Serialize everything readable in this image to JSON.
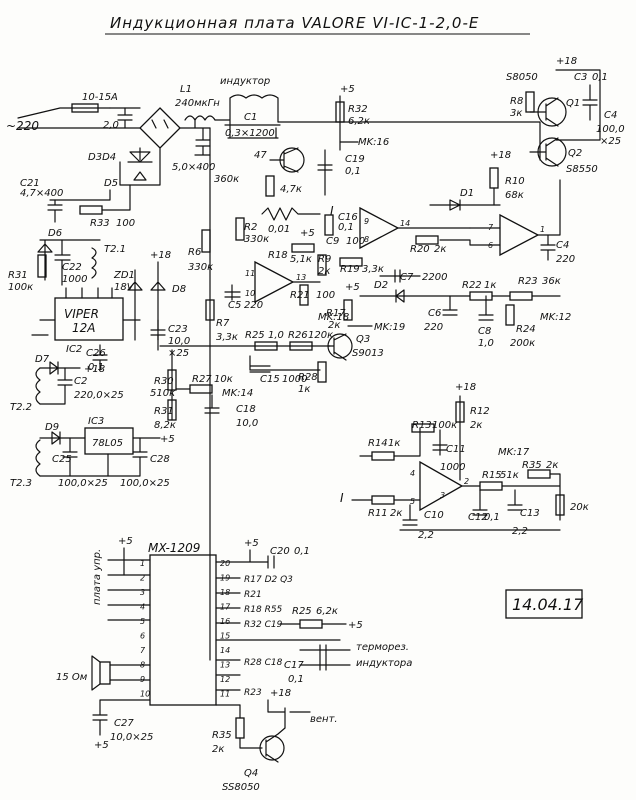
{
  "title": "Индукционная плата VALORE VI-IC-1-2,0-E",
  "date": "14.04.17",
  "mains": {
    "voltage": "~220",
    "fuse": "10-15A"
  },
  "inductor": {
    "label": "индуктор",
    "ref": "L1",
    "value": "240мкГн"
  },
  "caps_power": {
    "c1": "C1",
    "c1v": "0,3×1200",
    "c_in": "2,0",
    "c_bus": "5,0×400"
  },
  "bridge": {
    "diodes": "D3D4",
    "d5": "D5"
  },
  "supply": {
    "p5": "+5",
    "p18": "+18"
  },
  "out_stage": {
    "q1": "Q1",
    "q1t": "S8050",
    "q2": "Q2",
    "q2t": "S8550",
    "r8": "R8",
    "r8v": "3к",
    "c3": "C3",
    "c3v": "0,1",
    "c4": "C4",
    "c4v": "100,0",
    "c4x": "×25",
    "r10": "R10",
    "r10v": "68к",
    "c4b": "C4",
    "c4bv": "220",
    "d1": "D1"
  },
  "left": {
    "c21": "C21",
    "c21v": "4,7×400",
    "r33": "R33",
    "r33v": "100",
    "d6": "D6",
    "r31": "R31",
    "r31v": "100к",
    "c22": "C22",
    "c22v": "1000",
    "t21": "T2.1",
    "zd1": "ZD1",
    "zd1v": "18V",
    "d8": "D8",
    "viper": "VIPER",
    "viperv": "12A",
    "ic2": "IC2",
    "c26": "C26",
    "c26v": "0,1",
    "c23": "C23",
    "c23v": "10,0",
    "c23x": "×25",
    "d7": "D7",
    "c2": "C2",
    "c2v": "220,0×25",
    "t22": "T2.2",
    "d9": "D9",
    "ic3": "IC3",
    "ic3v": "78L05",
    "c25": "C25",
    "c25v": "100,0×25",
    "c28": "C28",
    "c28v": "100,0×25",
    "t23": "T2.3"
  },
  "mid": {
    "r32": "R32",
    "r32v": "6,2к",
    "mk16": "MK:16",
    "r47": "47",
    "r47k": "4,7к",
    "c19": "C19",
    "c19v": "0,1",
    "r360k": "360к",
    "r6": "R6",
    "r6v": "330к",
    "r2": "R2",
    "r2v": "330к",
    "r001": "0,01",
    "r18": "R18",
    "r18v": "5,1к",
    "c16": "C16",
    "c16v": "0,1",
    "c9": "C9",
    "c9v": "100",
    "r20": "R20",
    "r20v": "2к",
    "r9": "R9",
    "r9v": "2к",
    "r19": "R19",
    "r19v": "3,3к",
    "c7": "C7",
    "c7v": "2200",
    "c5": "C5",
    "c5v": "220",
    "r21": "R21",
    "r21v": "100",
    "mk18": "MK:18",
    "r7": "R7",
    "r7v": "3,3к",
    "r25": "R25",
    "r25v": "1,0",
    "r26": "R26",
    "r26v": "120к",
    "r17": "R17",
    "r17v": "2к",
    "mk19": "MK:19",
    "q3": "Q3",
    "q3t": "S9013",
    "c15": "C15",
    "c15v": "1000",
    "r28": "R28",
    "r28v": "1к",
    "d2": "D2",
    "r22": "R22",
    "r22v": "1к",
    "r23": "R23",
    "r23v": "36к",
    "c6": "C6",
    "c6v": "220",
    "c8": "C8",
    "c8v": "1,0",
    "r24": "R24",
    "r24v": "200к",
    "mk12": "MK:12",
    "r30": "R30",
    "r30v": "510к",
    "r27": "R27",
    "r27v": "10к",
    "mk14": "MK:14",
    "r31b": "R31",
    "r31bv": "8,2к",
    "c18": "C18",
    "c18v": "10,0",
    "I": "I"
  },
  "amp": {
    "r13": "R13",
    "r13v": "100к",
    "r12": "R12",
    "r12v": "2к",
    "r14": "R14",
    "r14v": "1к",
    "c11": "C11",
    "c11v": "1000",
    "mk17": "MK:17",
    "r15": "R15",
    "r15v": "51к",
    "r35": "R35",
    "r35v": "2к",
    "r20k": "20к",
    "r11": "R11",
    "r11v": "2к",
    "c10": "C10",
    "c10v": "2,2",
    "c12": "C12",
    "c12v": "0,1",
    "c13": "C13",
    "c13v": "2,2",
    "I": "I"
  },
  "mcu": {
    "chip": "MX-1209",
    "board": "плата упр.",
    "c20": "C20",
    "c20v": "0,1",
    "p19": "R17 D2 Q3",
    "p18": "R21",
    "p17": "R18 R55",
    "p16": "R32 C19",
    "p14": "R28 C18",
    "p12": "R23",
    "r25": "R25",
    "r25v": "6,2к",
    "term": "терморез.",
    "ind": "индуктора",
    "c17": "C17",
    "c17v": "0,1",
    "vent": "вент.",
    "speaker": "15 Ом",
    "c27": "C27",
    "c27v": "10,0×25",
    "r35": "R35",
    "r35v": "2к",
    "q4": "Q4",
    "q4t": "SS8050",
    "pins_left": [
      "1",
      "2",
      "3",
      "4",
      "5",
      "6",
      "7",
      "8",
      "9",
      "10"
    ],
    "pins_right": [
      "20",
      "19",
      "18",
      "17",
      "16",
      "15",
      "14",
      "13",
      "12",
      "11"
    ]
  }
}
